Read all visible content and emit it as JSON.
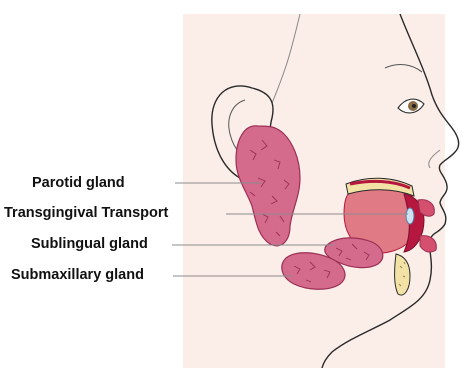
{
  "labels": {
    "parotid": "Parotid gland",
    "transgingival": "Transgingival Transport",
    "sublingual": "Sublingual gland",
    "submaxillary": "Submaxillary gland"
  },
  "colors": {
    "skin": "#fbeee8",
    "gland": "#d46a8c",
    "gland_dark": "#9c2f55",
    "leader_line": "#8c8c8c",
    "outline": "#2a2a2a",
    "mouth_inner": "#e07a85",
    "tongue": "#b5173e",
    "bone": "#f2e2a6"
  }
}
